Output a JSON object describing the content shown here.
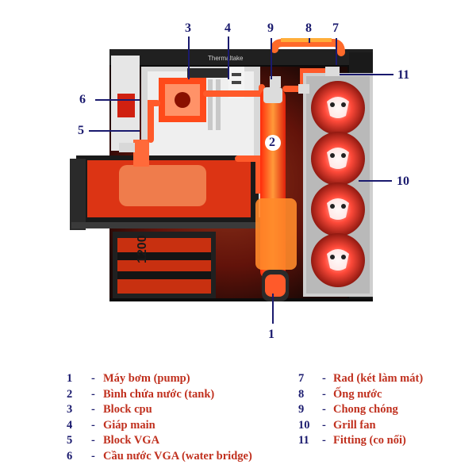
{
  "callouts": [
    "1",
    "2",
    "3",
    "4",
    "5",
    "6",
    "7",
    "8",
    "9",
    "10",
    "11"
  ],
  "legend": [
    {
      "num": "1",
      "label": "Máy bơm (pump)"
    },
    {
      "num": "2",
      "label": "Bình chứa nước (tank)"
    },
    {
      "num": "3",
      "label": "Block cpu"
    },
    {
      "num": "4",
      "label": "Giáp main"
    },
    {
      "num": "5",
      "label": "Block VGA"
    },
    {
      "num": "6",
      "label": "Cầu nước VGA (water bridge)"
    },
    {
      "num": "7",
      "label": "Rad (két làm mát)"
    },
    {
      "num": "8",
      "label": "Ống nước"
    },
    {
      "num": "9",
      "label": "Chong chóng"
    },
    {
      "num": "10",
      "label": "Grill fan"
    },
    {
      "num": "11",
      "label": "Fitting  (co nối)"
    }
  ],
  "photo": {
    "brand_text": "Thermaltake",
    "psu_label": "1200"
  },
  "colors": {
    "callout": "#1a1a6e",
    "legend_text": "#c0301e",
    "glow": "#ff3b1a",
    "case": "#111111"
  },
  "dash": "-"
}
